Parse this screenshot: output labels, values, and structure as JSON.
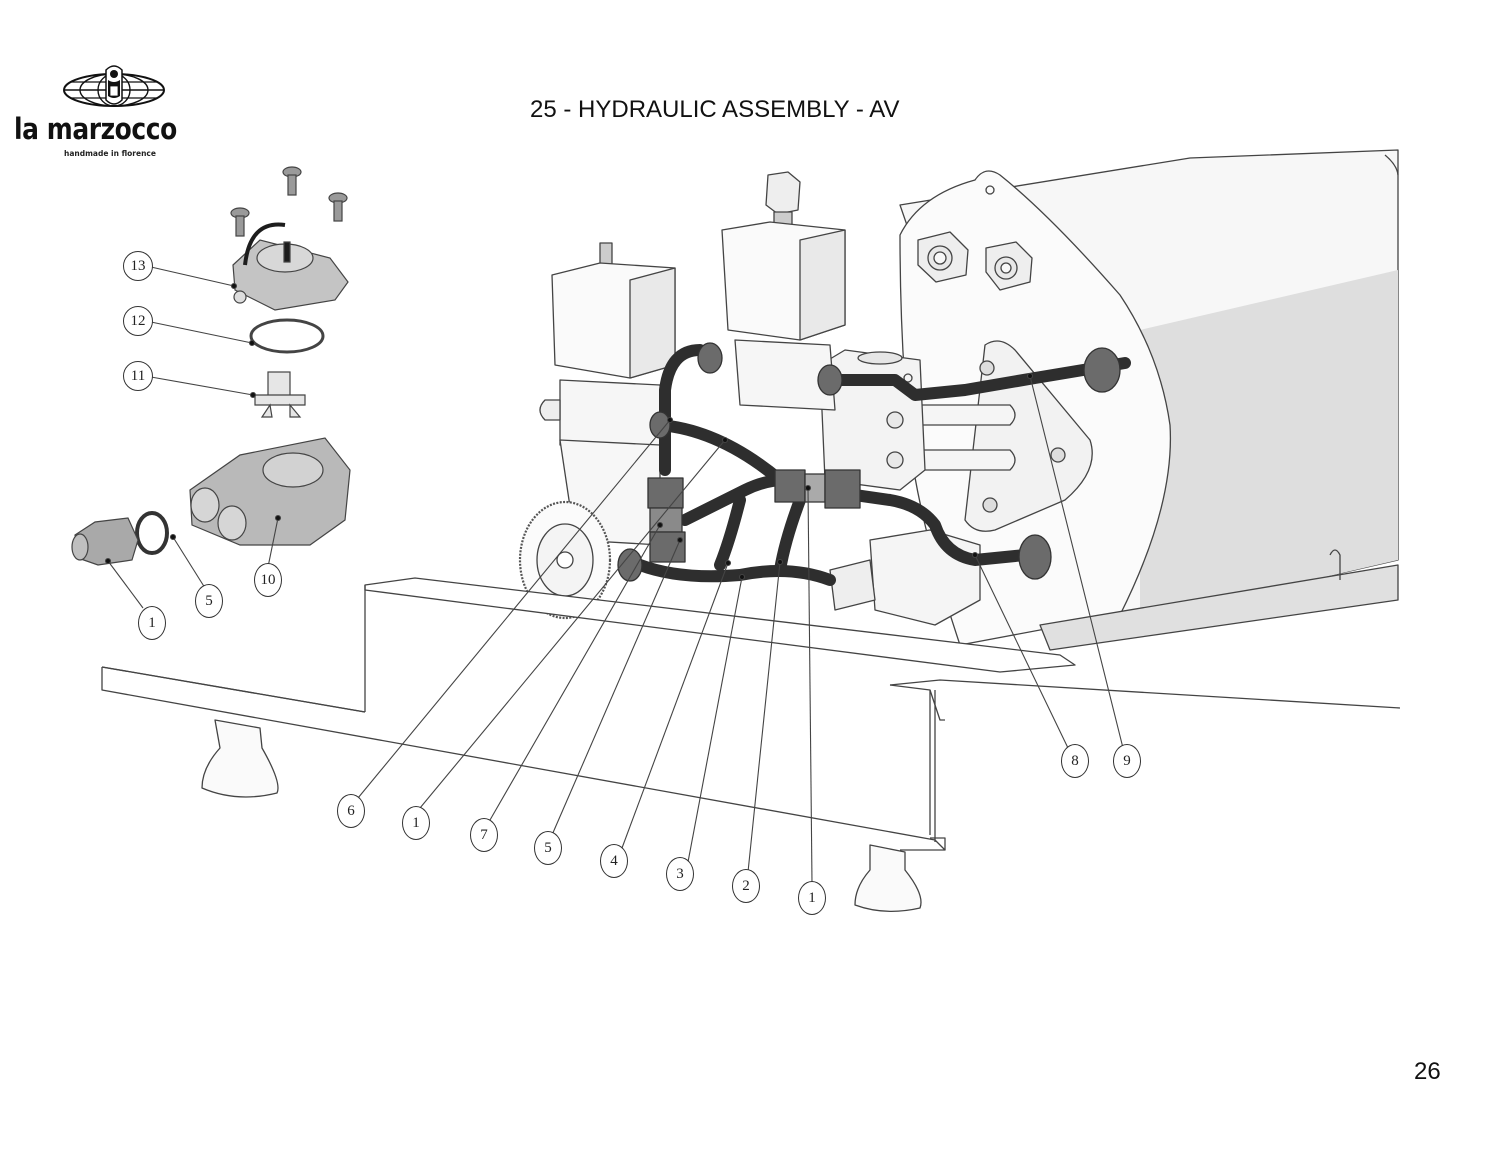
{
  "brand": {
    "name": "la marzocco",
    "tagline": "handmade in florence",
    "logo_icon": "globe-lion-icon"
  },
  "header": {
    "title": "25 - HYDRAULIC ASSEMBLY - AV"
  },
  "footer": {
    "page_number": "26"
  },
  "callouts": [
    {
      "id": "c13",
      "label": "13"
    },
    {
      "id": "c12",
      "label": "12"
    },
    {
      "id": "c11",
      "label": "11"
    },
    {
      "id": "c10",
      "label": "10"
    },
    {
      "id": "c5a",
      "label": "5"
    },
    {
      "id": "c1a",
      "label": "1"
    },
    {
      "id": "c6",
      "label": "6"
    },
    {
      "id": "c1b",
      "label": "1"
    },
    {
      "id": "c7",
      "label": "7"
    },
    {
      "id": "c5b",
      "label": "5"
    },
    {
      "id": "c4",
      "label": "4"
    },
    {
      "id": "c3",
      "label": "3"
    },
    {
      "id": "c2",
      "label": "2"
    },
    {
      "id": "c1c",
      "label": "1"
    },
    {
      "id": "c8",
      "label": "8"
    },
    {
      "id": "c9",
      "label": "9"
    }
  ],
  "colors": {
    "line": "#333333",
    "pipe": "#3a3a3a",
    "nut": "#6e6e6e",
    "part_grey": "#b4b4b4",
    "shade": "#dcdcdc"
  }
}
